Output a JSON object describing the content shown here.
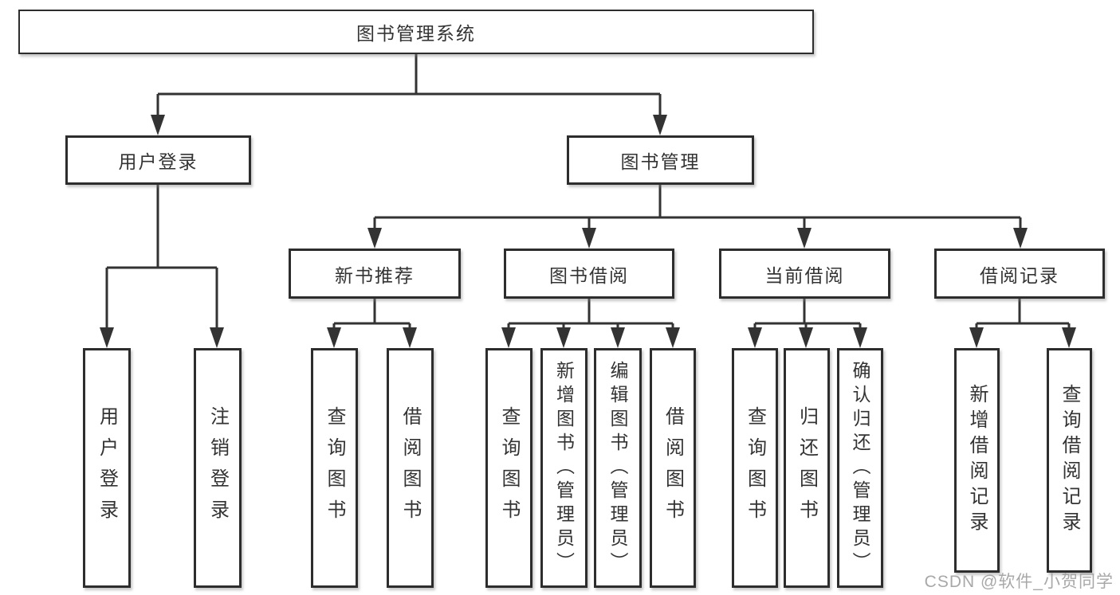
{
  "diagram": {
    "root": {
      "label": "图书管理系统"
    },
    "level2": {
      "user_login": {
        "label": "用户登录"
      },
      "book_mgmt": {
        "label": "图书管理"
      }
    },
    "level3": {
      "new_book": {
        "label": "新书推荐"
      },
      "borrowing": {
        "label": "图书借阅"
      },
      "current": {
        "label": "当前借阅"
      },
      "records": {
        "label": "借阅记录"
      }
    },
    "leaves": {
      "login": {
        "label": "用户登录"
      },
      "logout": {
        "label": "注销登录"
      },
      "nb_query": {
        "label": "查询图书"
      },
      "nb_borrow": {
        "label": "借阅图书"
      },
      "bw_query": {
        "label": "查询图书"
      },
      "bw_add": {
        "label": "新增图书（管理员）"
      },
      "bw_edit": {
        "label": "编辑图书（管理员）"
      },
      "bw_borrow": {
        "label": "借阅图书"
      },
      "cur_query": {
        "label": "查询图书"
      },
      "cur_return": {
        "label": "归还图书"
      },
      "cur_confirm": {
        "label": "确认归还（管理员）"
      },
      "rec_add": {
        "label": "新增借阅记录"
      },
      "rec_query": {
        "label": "查询借阅记录"
      }
    }
  },
  "watermark": {
    "text": "CSDN @软件_小贺同学"
  },
  "colors": {
    "line": "#333333",
    "box_border": "#2d2d2d",
    "box_fill": "#ffffff",
    "text": "#333333",
    "watermark": "#9e9e9e",
    "background": "#ffffff"
  }
}
